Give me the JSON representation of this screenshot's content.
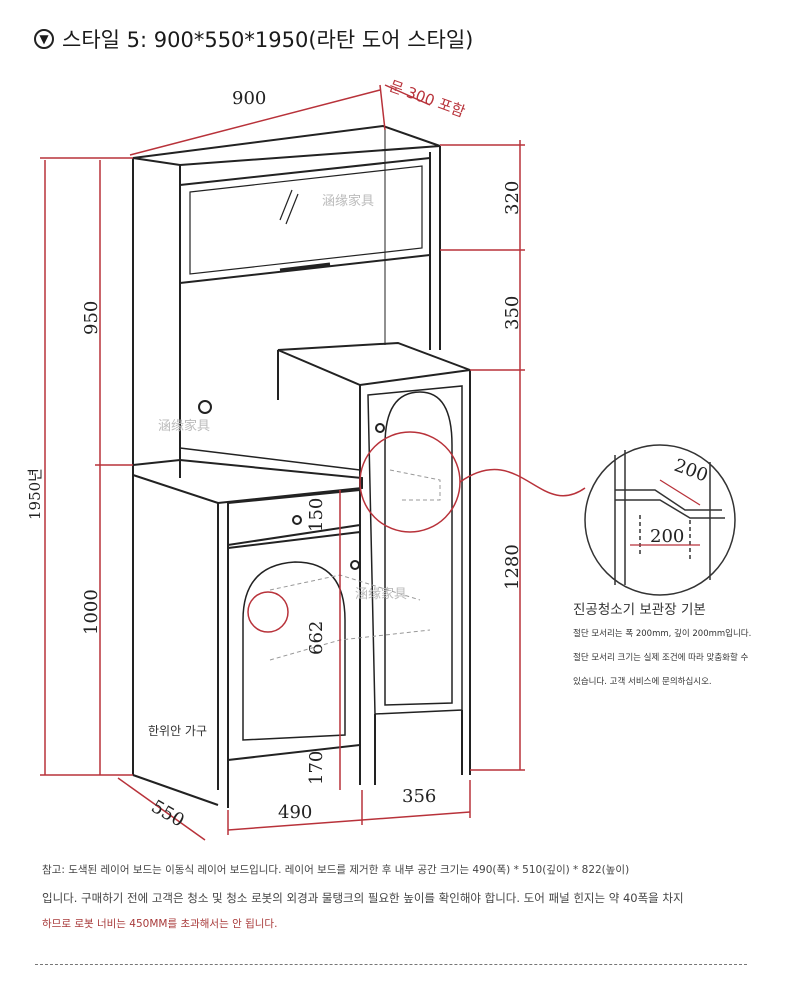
{
  "header": {
    "icon": "chevron-down-circle-icon",
    "title": "스타일 5: 900*550*1950(라탄 도어 스타일)"
  },
  "dimensions": {
    "width": "900",
    "door_included": "문 300 포함",
    "top_section": "320",
    "middle_section": "350",
    "right_lower": "1280",
    "upper_left": "950",
    "lower_left": "1000",
    "total_height": "1950년",
    "drawer": "150",
    "door_height": "662",
    "base": "170",
    "depth": "550",
    "left_width": "490",
    "right_width": "356",
    "cut_width": "200",
    "cut_depth": "200"
  },
  "watermarks": {
    "brand_cn": "涵缘家具",
    "brand_kr": "한위안 가구"
  },
  "detail": {
    "title": "진공청소기 보관장 기본",
    "lines": [
      "절단 모서리는 폭 200mm, 깊이 200mm입니다.",
      "절단 모서리 크기는 실제 조건에 따라 맞춤화할 수",
      "있습니다. 고객 서비스에 문의하십시오."
    ]
  },
  "notes": {
    "line1": "참고: 도색된 레이어 보드는 이동식 레이어 보드입니다. 레이어 보드를 제거한 후 내부 공간 크기는 490(폭) * 510(깊이) * 822(높이)",
    "line2": "입니다. 구매하기 전에 고객은 청소 및 청소 로봇의 외경과 물탱크의 필요한 높이를 확인해야 합니다. 도어 패널 힌지는 약 40폭을 차지",
    "line3": "하므로 로봇 너비는 450MM를 초과해서는 안 됩니다."
  },
  "colors": {
    "dimension": "#b8323a",
    "line": "#222222",
    "note_red": "#a83a3a"
  }
}
